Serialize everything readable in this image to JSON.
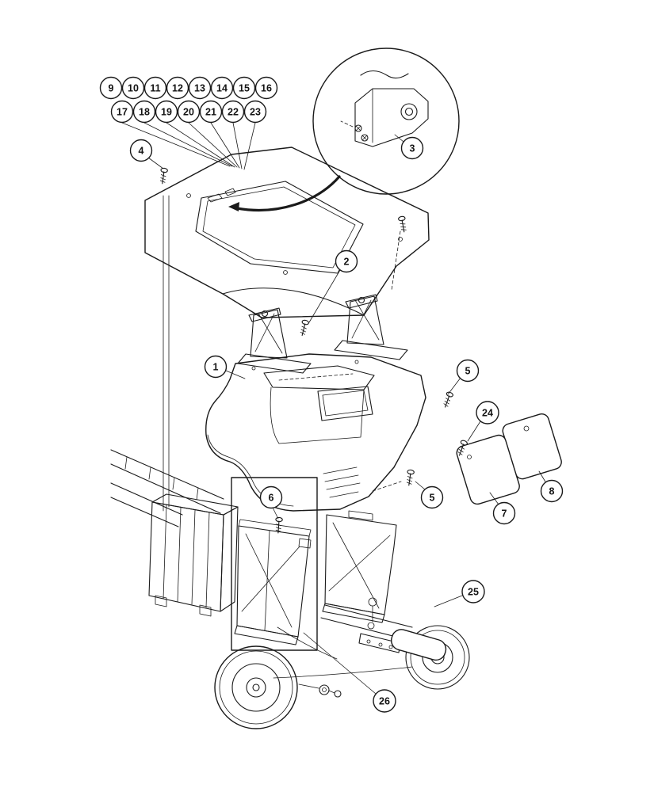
{
  "colors": {
    "background": "#ffffff",
    "line": "#1a1a1a"
  },
  "callout_grid": {
    "row1": [
      "9",
      "10",
      "11",
      "12",
      "13",
      "14",
      "15",
      "16"
    ],
    "row2": [
      "17",
      "18",
      "19",
      "20",
      "21",
      "22",
      "23"
    ]
  },
  "callouts": {
    "n1": "1",
    "n2": "2",
    "n3": "3",
    "n4": "4",
    "n5": "5",
    "n6": "6",
    "n7": "7",
    "n8": "8",
    "n24": "24",
    "n25": "25",
    "n26": "26"
  }
}
